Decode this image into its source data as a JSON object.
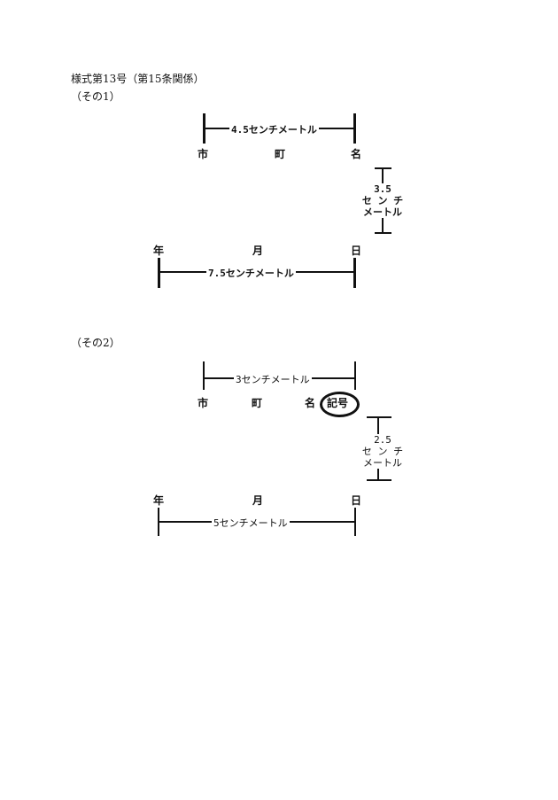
{
  "header": {
    "form_title": "様式第13号（第15条関係）"
  },
  "section1": {
    "label": "（その1）",
    "top_width": "4.5センチメートル",
    "row1": {
      "city": "市",
      "town": "町",
      "name": "名"
    },
    "height": {
      "value": "3.5",
      "line1": "セ ン チ",
      "line2": "メートル"
    },
    "row2": {
      "year": "年",
      "month": "月",
      "day": "日"
    },
    "bottom_width": "7.5センチメートル"
  },
  "section2": {
    "label": "（その2）",
    "top_width": "3センチメートル",
    "row1": {
      "city": "市",
      "town": "町",
      "name": "名",
      "mark": "記号"
    },
    "height": {
      "value": "2.5",
      "line1": "セ ン チ",
      "line2": "メートル"
    },
    "row2": {
      "year": "年",
      "month": "月",
      "day": "日"
    },
    "bottom_width": "5センチメートル"
  }
}
